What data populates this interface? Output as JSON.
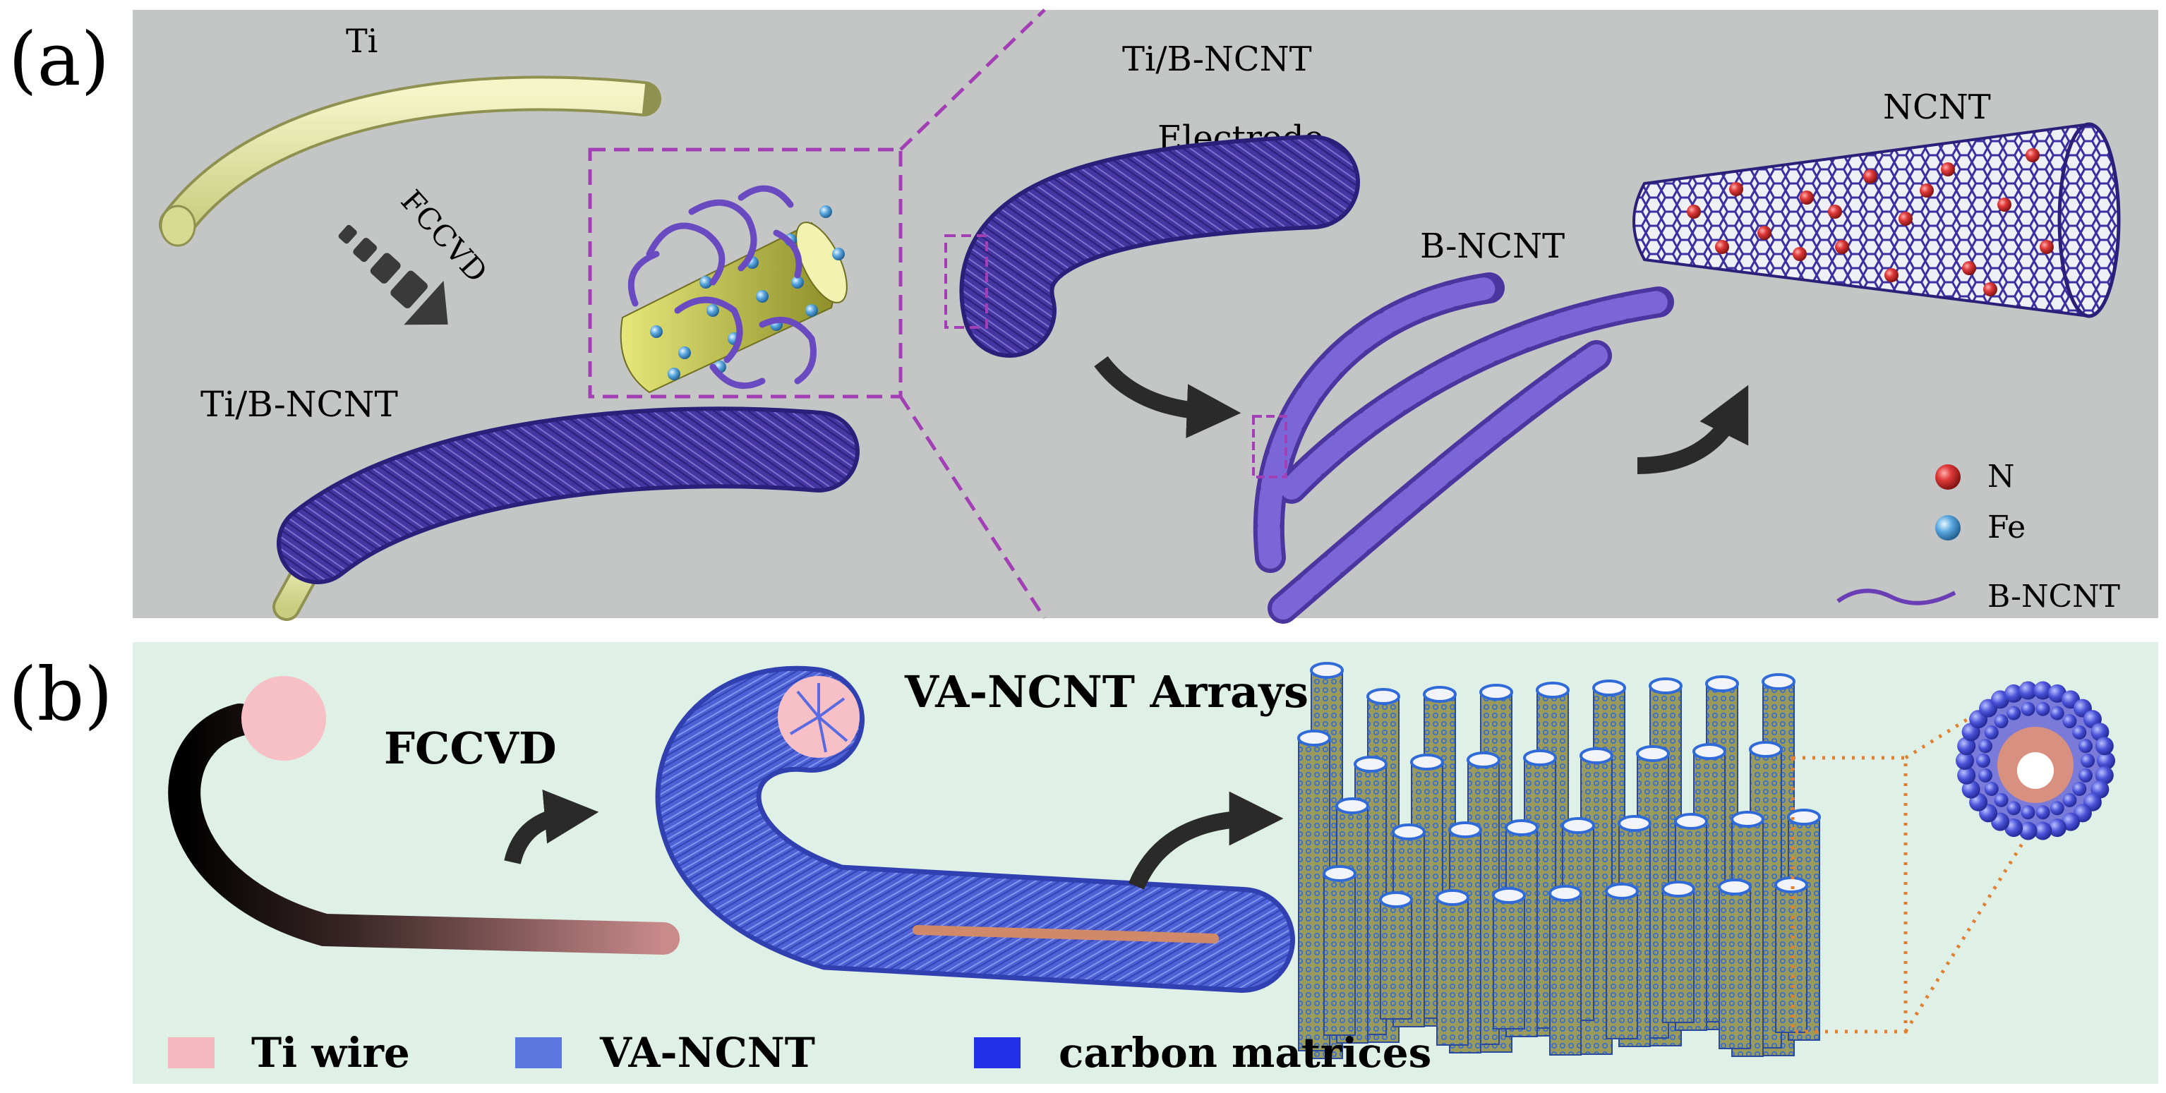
{
  "panel_a": {
    "panel_label": "(a)",
    "ti_label": "Ti",
    "fccvd_label": "FCCVD",
    "ti_bncnt_label_left": "Ti/B-NCNT",
    "ti_bncnt_label_top": "Ti/B-NCNT",
    "electrode_label": "Electrode",
    "bncnt_label": "B-NCNT",
    "ncnt_label": "NCNT",
    "legend": [
      {
        "label": "N",
        "color": "#d93a3a"
      },
      {
        "label": "Fe",
        "color": "#5aa8e0"
      },
      {
        "label": "B-NCNT",
        "color": "#6a3fb5"
      }
    ],
    "colors": {
      "background": "#c3c6c4",
      "ti_wire": "#e7eaa7",
      "brush": "#4a3aa8",
      "dash": "#a33fb5"
    }
  },
  "panel_b": {
    "panel_label": "(b)",
    "fccvd_label": "FCCVD",
    "arrays_label": "VA-NCNT Arrays",
    "legend": [
      {
        "label": "Ti wire",
        "color": "#f5b8c0"
      },
      {
        "label": "VA-NCNT",
        "color": "#5a78e0"
      },
      {
        "label": "carbon matrices",
        "color": "#2230e8"
      }
    ],
    "colors": {
      "background": "#dff0e6",
      "array_tube": "#3a6ad0",
      "dots": "#e08030"
    }
  }
}
